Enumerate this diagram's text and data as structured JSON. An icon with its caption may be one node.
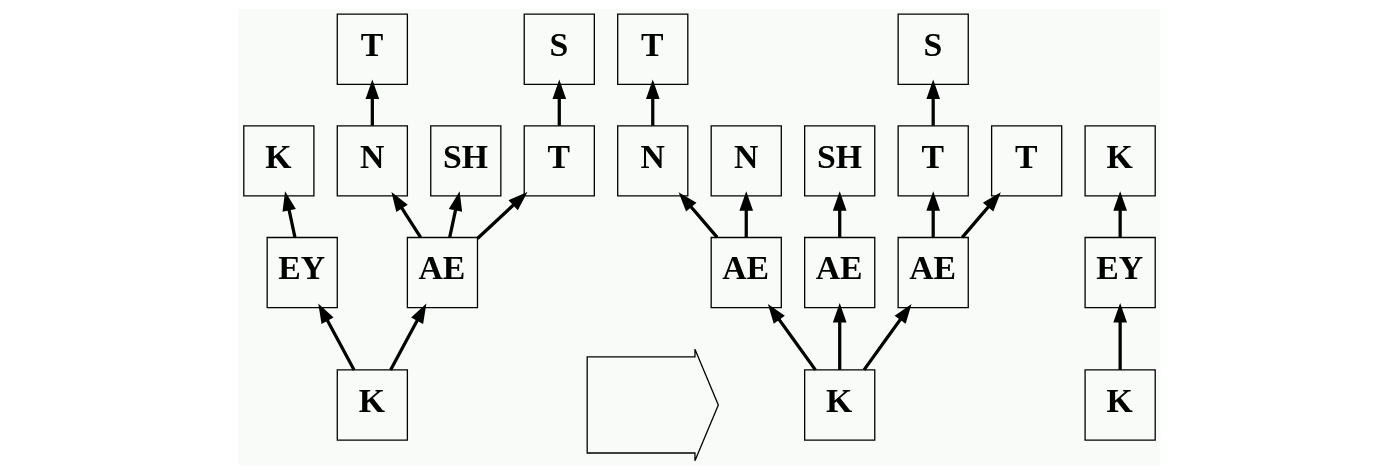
{
  "diagram": {
    "nodes": [
      {
        "text": [
          "T"
        ]
      },
      {
        "text": [
          "S"
        ]
      },
      {
        "text": [
          "K"
        ]
      },
      {
        "text": [
          "N"
        ]
      },
      {
        "text": [
          "SH"
        ]
      },
      {
        "text": [
          "T"
        ]
      },
      {
        "text": [
          "EY"
        ]
      },
      {
        "text": [
          "AE"
        ]
      },
      {
        "text": [
          "K"
        ]
      },
      {
        "text": [],
        "shape": "arrow"
      },
      {
        "text": [
          "T"
        ]
      },
      {
        "text": [
          "S"
        ]
      },
      {
        "text": [
          "K"
        ]
      },
      {
        "text": [
          "N"
        ]
      },
      {
        "text": [
          "N"
        ]
      },
      {
        "text": [
          "SH"
        ]
      },
      {
        "text": [
          "T"
        ]
      },
      {
        "text": [
          "T"
        ]
      },
      {
        "text": [
          "EY"
        ]
      },
      {
        "text": [
          "AE"
        ]
      },
      {
        "text": [
          "AE"
        ]
      },
      {
        "text": [
          "AE"
        ]
      },
      {
        "text": [
          "K"
        ]
      },
      {
        "text": [
          "K"
        ]
      }
    ],
    "edges": [
      {
        "from": 8,
        "to": 6,
        "arrow": "to"
      },
      {
        "from": 8,
        "to": 7,
        "arrow": "to"
      },
      {
        "from": 6,
        "to": 2,
        "arrow": "to"
      },
      {
        "from": 7,
        "to": 3,
        "arrow": "to"
      },
      {
        "from": 7,
        "to": 4,
        "arrow": "to"
      },
      {
        "from": 7,
        "to": 5,
        "arrow": "to"
      },
      {
        "from": 3,
        "to": 0,
        "arrow": "to"
      },
      {
        "from": 5,
        "to": 1,
        "arrow": "to"
      },
      {
        "from": 22,
        "to": 18,
        "arrow": "to"
      },
      {
        "from": 18,
        "to": 12,
        "arrow": "to"
      },
      {
        "from": 23,
        "to": 19,
        "arrow": "to"
      },
      {
        "from": 23,
        "to": 20,
        "arrow": "to"
      },
      {
        "from": 23,
        "to": 21,
        "arrow": "to"
      },
      {
        "from": 19,
        "to": 13,
        "arrow": "to"
      },
      {
        "from": 19,
        "to": 14,
        "arrow": "to"
      },
      {
        "from": 20,
        "to": 15,
        "arrow": "to"
      },
      {
        "from": 21,
        "to": 16,
        "arrow": "to"
      },
      {
        "from": 21,
        "to": 17,
        "arrow": "to"
      },
      {
        "from": 13,
        "to": 10,
        "arrow": "to"
      },
      {
        "from": 16,
        "to": 11,
        "arrow": "to"
      }
    ]
  }
}
